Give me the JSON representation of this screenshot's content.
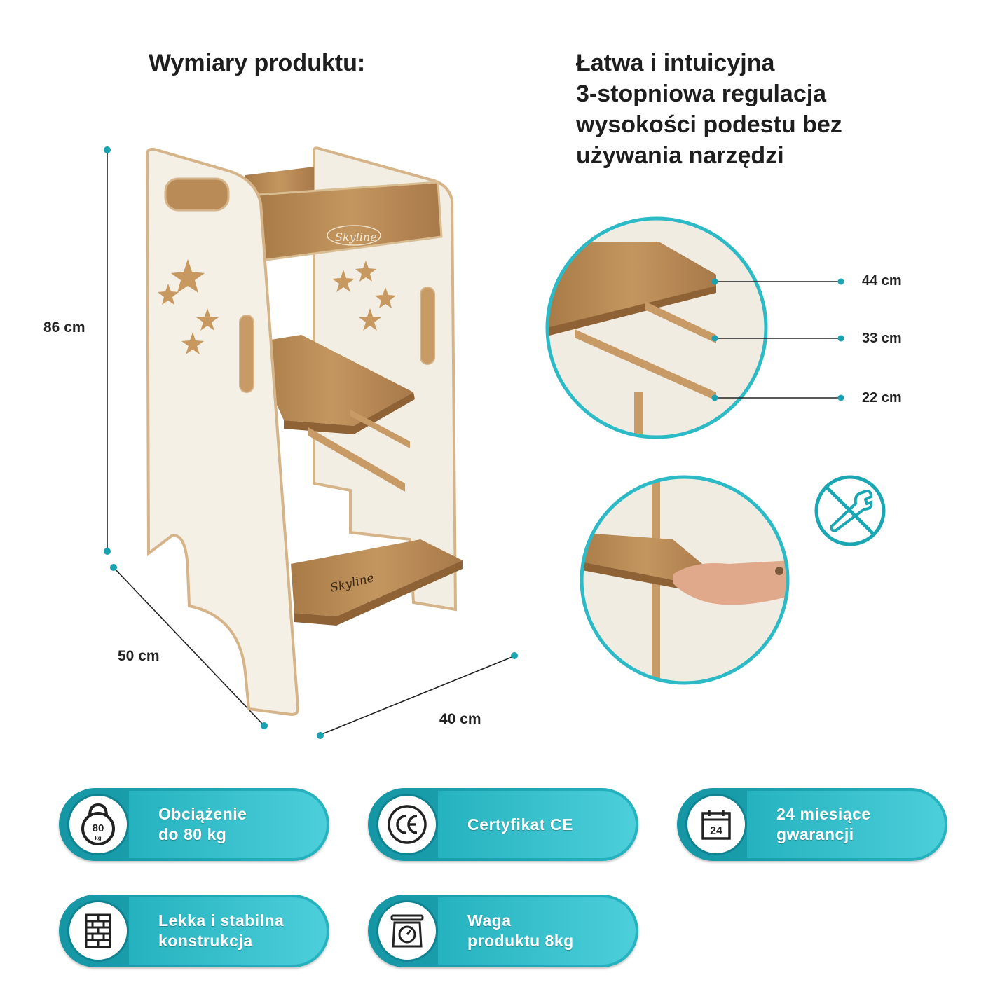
{
  "headings": {
    "dimensions": "Wymiary produktu:",
    "adjustment_lines": [
      "Łatwa i intuicyjna",
      "3-stopniowa regulacja",
      "wysokości podestu bez",
      "używania narzędzi"
    ]
  },
  "dimensions": {
    "height": "86 cm",
    "depth": "50 cm",
    "width": "40 cm"
  },
  "platform_levels": [
    "44 cm",
    "33 cm",
    "22 cm"
  ],
  "brand_logo": "Skyline",
  "icons": {
    "no_tools": "no-tools-icon",
    "weight": "kettlebell-icon",
    "ce": "ce-mark-icon",
    "warranty": "calendar-icon",
    "construction": "brick-wall-icon",
    "scale": "scale-icon"
  },
  "weight_icon_text": {
    "value": "80",
    "unit": "kg"
  },
  "calendar_icon_text": "24",
  "features": [
    {
      "line1": "Obciążenie",
      "line2": "do 80 kg"
    },
    {
      "line1": "Certyfikat CE",
      "line2": ""
    },
    {
      "line1": "24 miesiące",
      "line2": "gwarancji"
    },
    {
      "line1": "Lekka i stabilna",
      "line2": "konstrukcja"
    },
    {
      "line1": "Waga",
      "line2": "produktu 8kg"
    }
  ],
  "colors": {
    "accent": "#1aa6b3",
    "accent_dark": "#0f8391",
    "wood": "#b88a55",
    "panel": "#f4f0e6"
  }
}
